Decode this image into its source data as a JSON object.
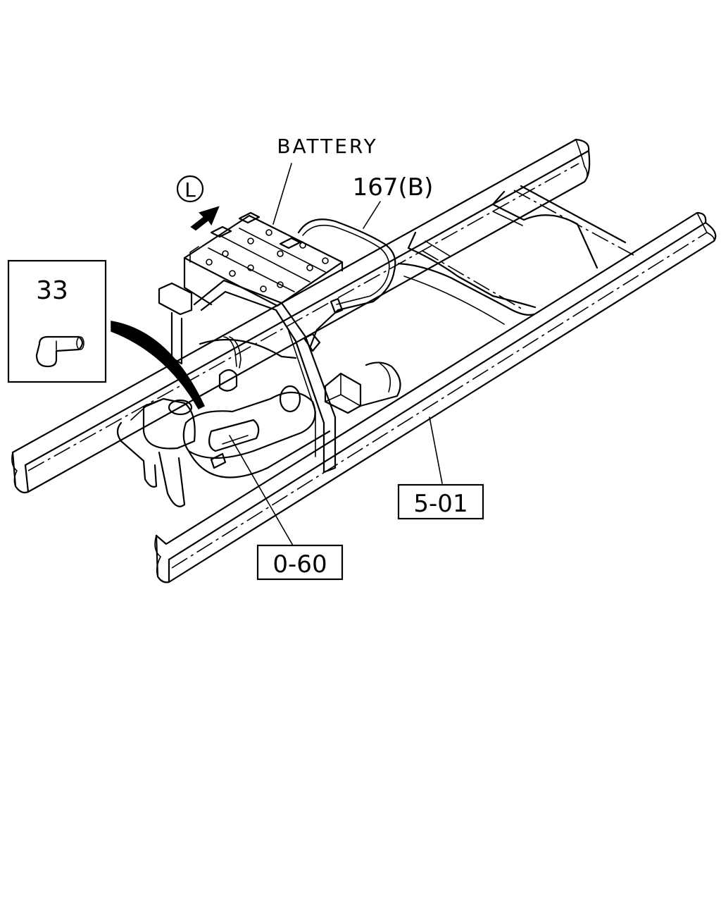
{
  "labels": {
    "battery": "BATTERY",
    "view_marker": "L",
    "callout_167": "167(B)",
    "inset_part": "33",
    "ref_frame": "5-01",
    "ref_lower": "0-60"
  }
}
